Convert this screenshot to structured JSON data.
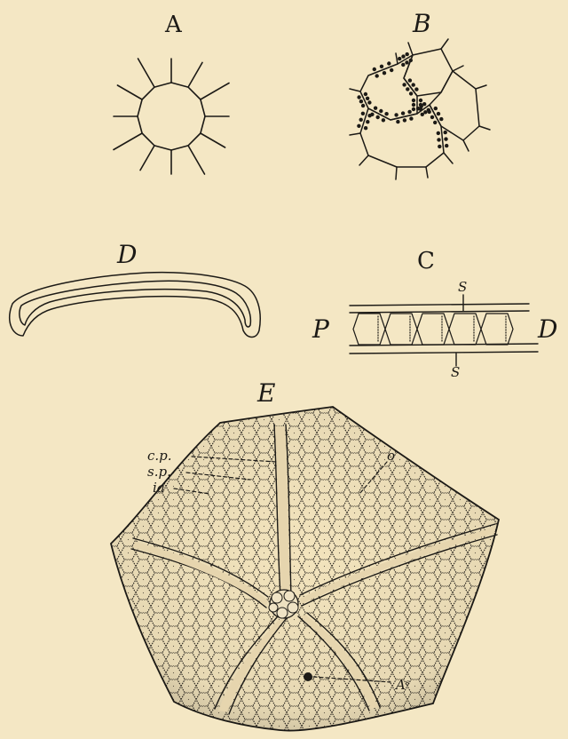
{
  "figure": {
    "labels": {
      "a": "A",
      "b": "B",
      "c": "C",
      "d": "D",
      "e": "E"
    },
    "section_c": {
      "s_top": "S",
      "s_bottom": "S",
      "left": "P",
      "right": "D"
    },
    "section_e": {
      "cp": "c.p.",
      "sp": "s.p.",
      "ia": "ia",
      "o": "o",
      "as": "Aˢ"
    }
  }
}
